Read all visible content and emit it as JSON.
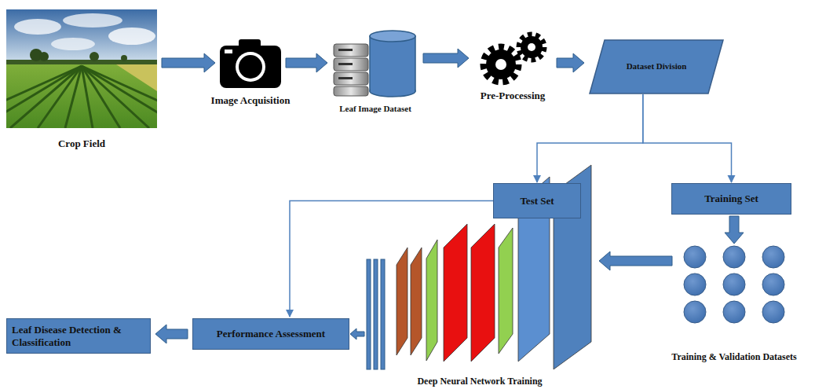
{
  "diagram": {
    "nodes": [
      {
        "text": [
          "Crop Field"
        ]
      },
      {
        "text": [
          "Image Acquisition"
        ]
      },
      {
        "text": [
          "Leaf Image Dataset"
        ]
      },
      {
        "text": [
          "Pre-Processing"
        ]
      },
      {
        "text": [
          "Dataset Division"
        ]
      },
      {
        "text": [
          "Test Set"
        ]
      },
      {
        "text": [
          "Training Set"
        ]
      },
      {
        "text": [
          "Training & Validation Datasets"
        ]
      },
      {
        "text": [
          "Deep Neural Network Training"
        ]
      },
      {
        "text": [
          "Performance Assessment"
        ]
      },
      {
        "text": [
          "Leaf Disease Detection & Classification"
        ]
      }
    ],
    "edges": [
      {
        "from": 0,
        "to": 1,
        "arrow": "to"
      },
      {
        "from": 1,
        "to": 2,
        "arrow": "to"
      },
      {
        "from": 2,
        "to": 3,
        "arrow": "to"
      },
      {
        "from": 3,
        "to": 4,
        "arrow": "to"
      },
      {
        "from": 4,
        "to": 5,
        "arrow": "to"
      },
      {
        "from": 4,
        "to": 6,
        "arrow": "to"
      },
      {
        "from": 6,
        "to": 7,
        "arrow": "to"
      },
      {
        "from": 7,
        "to": 8,
        "arrow": "to"
      },
      {
        "from": 8,
        "to": 9,
        "arrow": "to"
      },
      {
        "from": 5,
        "to": 9,
        "arrow": "to"
      },
      {
        "from": 9,
        "to": 10,
        "arrow": "to"
      }
    ]
  }
}
